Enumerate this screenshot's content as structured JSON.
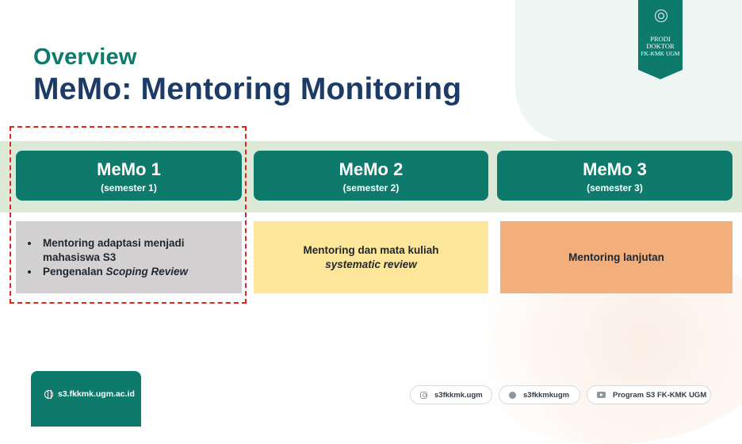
{
  "header": {
    "eyebrow": "Overview",
    "title": "MeMo: Mentoring Monitoring"
  },
  "logo": {
    "line1": "PRODI",
    "line2": "DOKTOR",
    "line3": "FK-KMK UGM"
  },
  "phases": [
    {
      "name": "MeMo 1",
      "semester": "(semester 1)"
    },
    {
      "name": "MeMo 2",
      "semester": "(semester 2)"
    },
    {
      "name": "MeMo 3",
      "semester": "(semester 3)"
    }
  ],
  "descriptions": {
    "memo1": {
      "bullet1": "Mentoring adaptasi menjadi mahasiswa S3",
      "bullet2_prefix": "Pengenalan ",
      "bullet2_emph": "Scoping Review"
    },
    "memo2": {
      "line1": "Mentoring dan mata kuliah",
      "line2": "systematic review"
    },
    "memo3": {
      "text": "Mentoring lanjutan"
    }
  },
  "footer": {
    "website": "s3.fkkmk.ugm.ac.id",
    "instagram": "s3fkkmk.ugm",
    "facebook": "s3fkkmkugm",
    "youtube": "Program S3 FK-KMK UGM"
  },
  "colors": {
    "brand_teal": "#0d7a6c",
    "title_navy": "#1c3b66",
    "band_green": "#dde9d7",
    "memo1_fill": "#d3d1d1",
    "memo2_fill": "#fde599",
    "memo3_fill": "#f2ae7b",
    "highlight_red": "#e0231b"
  },
  "icons": {
    "website": "globe-icon",
    "instagram": "instagram-icon",
    "facebook": "facebook-icon",
    "youtube": "youtube-icon",
    "logo": "university-seal-icon"
  }
}
